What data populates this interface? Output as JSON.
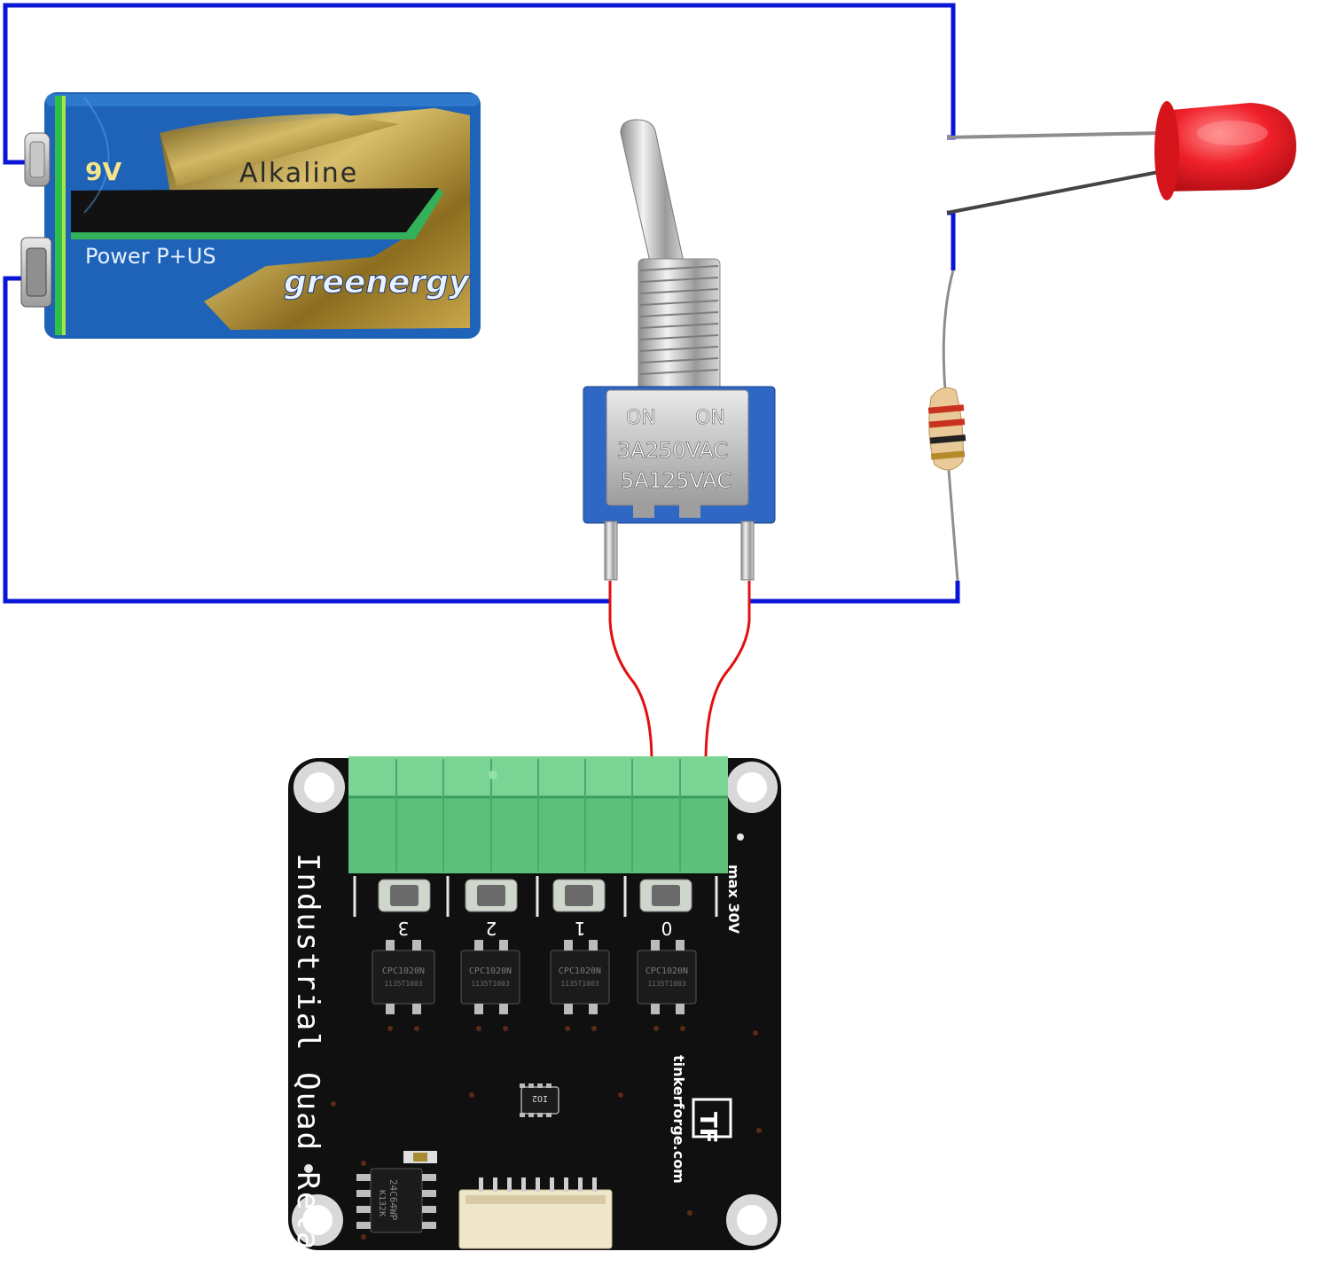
{
  "battery": {
    "voltage": "9V",
    "chemistry": "Alkaline",
    "series": "Power P+US",
    "brand": "greenergy"
  },
  "toggle_switch": {
    "position_labels": [
      "ON",
      "ON"
    ],
    "rating_1": "3A250VAC",
    "rating_2": "5A125VAC"
  },
  "relay_board": {
    "title": "Industrial Quad Relay",
    "max_voltage": "max 30V",
    "channels": [
      "3",
      "2",
      "1",
      "0"
    ],
    "relay_part": "CPC1020N",
    "relay_code": "1135T1003",
    "ic_label": "IO2",
    "eeprom_label": "24C64WP",
    "eeprom_code": "K132K",
    "logo_text": "TF",
    "website": "tinkerforge.com"
  },
  "colors": {
    "wire_blue": "#0a16d6",
    "wire_red": "#e01010",
    "pcb": "#101010",
    "terminal_green": "#5cc07a",
    "battery_blue": "#1f63b8",
    "battery_gold": "#a8862f",
    "switch_blue": "#2f67c5",
    "led_red": "#f0202a"
  }
}
